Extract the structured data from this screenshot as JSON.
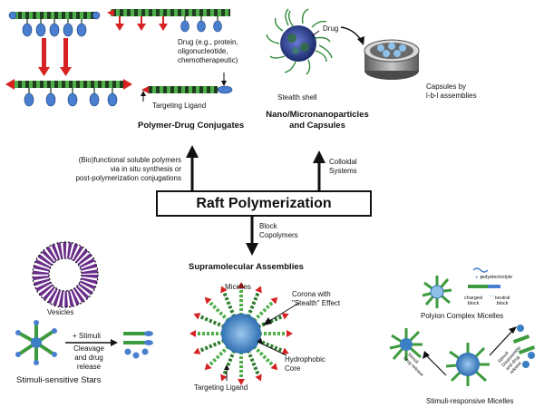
{
  "center": {
    "title": "Raft Polymerization"
  },
  "branches": {
    "top_left": {
      "lines": [
        "(Bio)functional soluble polymers",
        "via in situ synthesis or",
        "post-polymerization conjugations"
      ]
    },
    "top_right": {
      "lines": [
        "Colloidal",
        "Systems"
      ]
    },
    "bottom": {
      "lines": [
        "Block",
        "Copolymers"
      ]
    }
  },
  "sections": {
    "conjugates": {
      "title": "Polymer-Drug Conjugates",
      "drug_lines": [
        "Drug (e.g., protein,",
        "oligonucleotide,",
        "chemotherapeutic)"
      ],
      "ligand": "Targeting Ligand"
    },
    "nanoparticles": {
      "title_lines": [
        "Nano/Micronanoparticles",
        "and Capsules"
      ],
      "drug": "Drug",
      "shell": "Stealth shell",
      "capsule_lines": [
        "Capsules by",
        "l-b-l assemblies"
      ]
    },
    "assemblies": {
      "title": "Supramolecular Assemblies",
      "micelles": "Micelles",
      "corona_lines": [
        "Corona with",
        "\"Stealth\" Effect"
      ],
      "core_lines": [
        "Hydrophobic",
        "Core"
      ],
      "ligand": "Targeting Ligand"
    },
    "vesicles": {
      "label": "Vesicles"
    },
    "stars": {
      "stimuli": "+ Stimuli",
      "cleavage_lines": [
        "Cleavage",
        "and drug",
        "release"
      ],
      "title": "Stimuli-sensitive Stars"
    },
    "polyion": {
      "title": "Polyion Complex Micelles",
      "polyelectrolyte": "polyelectrolyte",
      "charged_lines": [
        "charged",
        "block"
      ],
      "neutral_lines": [
        "neutral",
        "block"
      ]
    },
    "responsive": {
      "title": "Stimuli-responsive Micelles",
      "left_arrow_lines": [
        "Stimuli",
        "Drug release"
      ],
      "right_arrow_lines": [
        "Stimuli",
        "Disassembly",
        "and drug",
        "release"
      ]
    }
  },
  "colors": {
    "chain_green": "#3e9a3e",
    "chain_dark": "#1c3a1c",
    "drug_blue": "#4a7fd0",
    "ligand_red": "#d62222",
    "vesicle_purple": "#6a2d8a",
    "core_blue": "#3c7fc4"
  }
}
